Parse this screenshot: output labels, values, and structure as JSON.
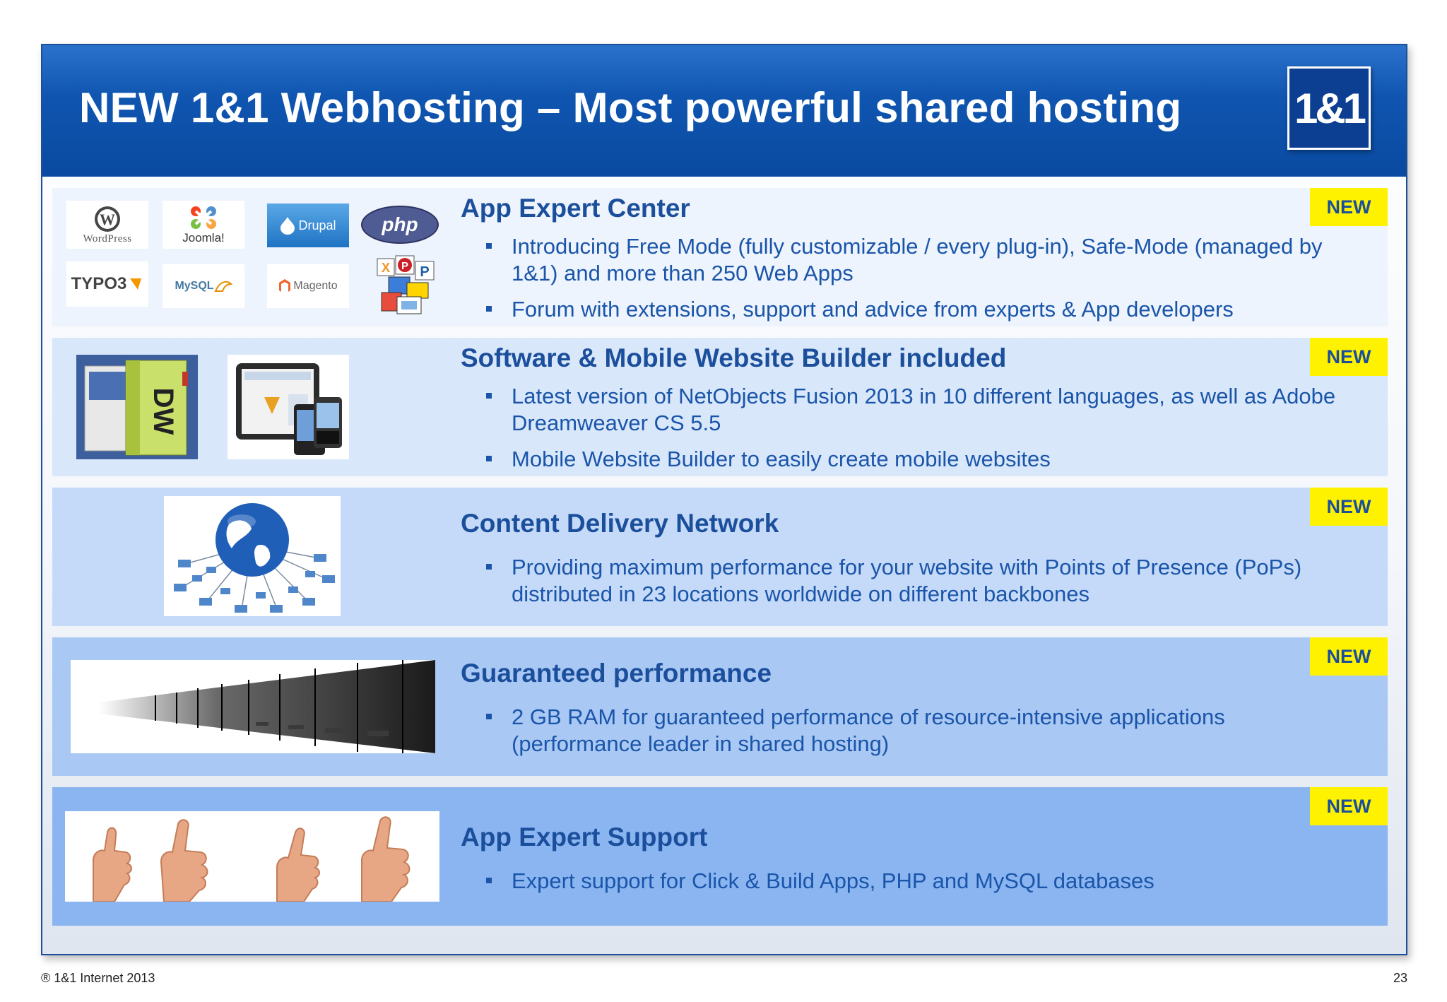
{
  "header": {
    "title": "NEW 1&1 Webhosting – Most powerful shared hosting",
    "logo_text": "1&1"
  },
  "sections": [
    {
      "title": "App Expert Center",
      "badge": "NEW",
      "bullets": [
        "Introducing Free Mode (fully customizable / every plug-in), Safe-Mode (managed by 1&1) and more than 250 Web Apps",
        "Forum with extensions, support and advice from experts & App developers"
      ],
      "logos": [
        "WordPress",
        "Joomla!",
        "Drupal",
        "php",
        "TYPO3",
        "MySQL",
        "Magento"
      ]
    },
    {
      "title": "Software & Mobile Website Builder included",
      "badge": "NEW",
      "bullets": [
        "Latest version of NetObjects Fusion 2013 in 10 different languages, as well as Adobe Dreamweaver CS 5.5",
        "Mobile Website Builder to easily create mobile websites"
      ]
    },
    {
      "title": "Content Delivery Network",
      "badge": "NEW",
      "bullets": [
        "Providing maximum performance for your website with Points of Presence (PoPs) distributed in 23 locations worldwide on different backbones"
      ]
    },
    {
      "title": "Guaranteed performance",
      "badge": "NEW",
      "bullets": [
        "2 GB RAM for guaranteed performance of resource-intensive applications (performance leader in shared hosting)"
      ]
    },
    {
      "title": "App Expert Support",
      "badge": "NEW",
      "bullets": [
        "Expert support for Click & Build Apps, PHP and MySQL databases"
      ]
    }
  ],
  "footer": {
    "copyright": "® 1&1 Internet 2013",
    "page_number": "23"
  },
  "colors": {
    "header_blue": "#0f55b0",
    "title_blue": "#1b4f9c",
    "badge_yellow": "#fff200"
  }
}
